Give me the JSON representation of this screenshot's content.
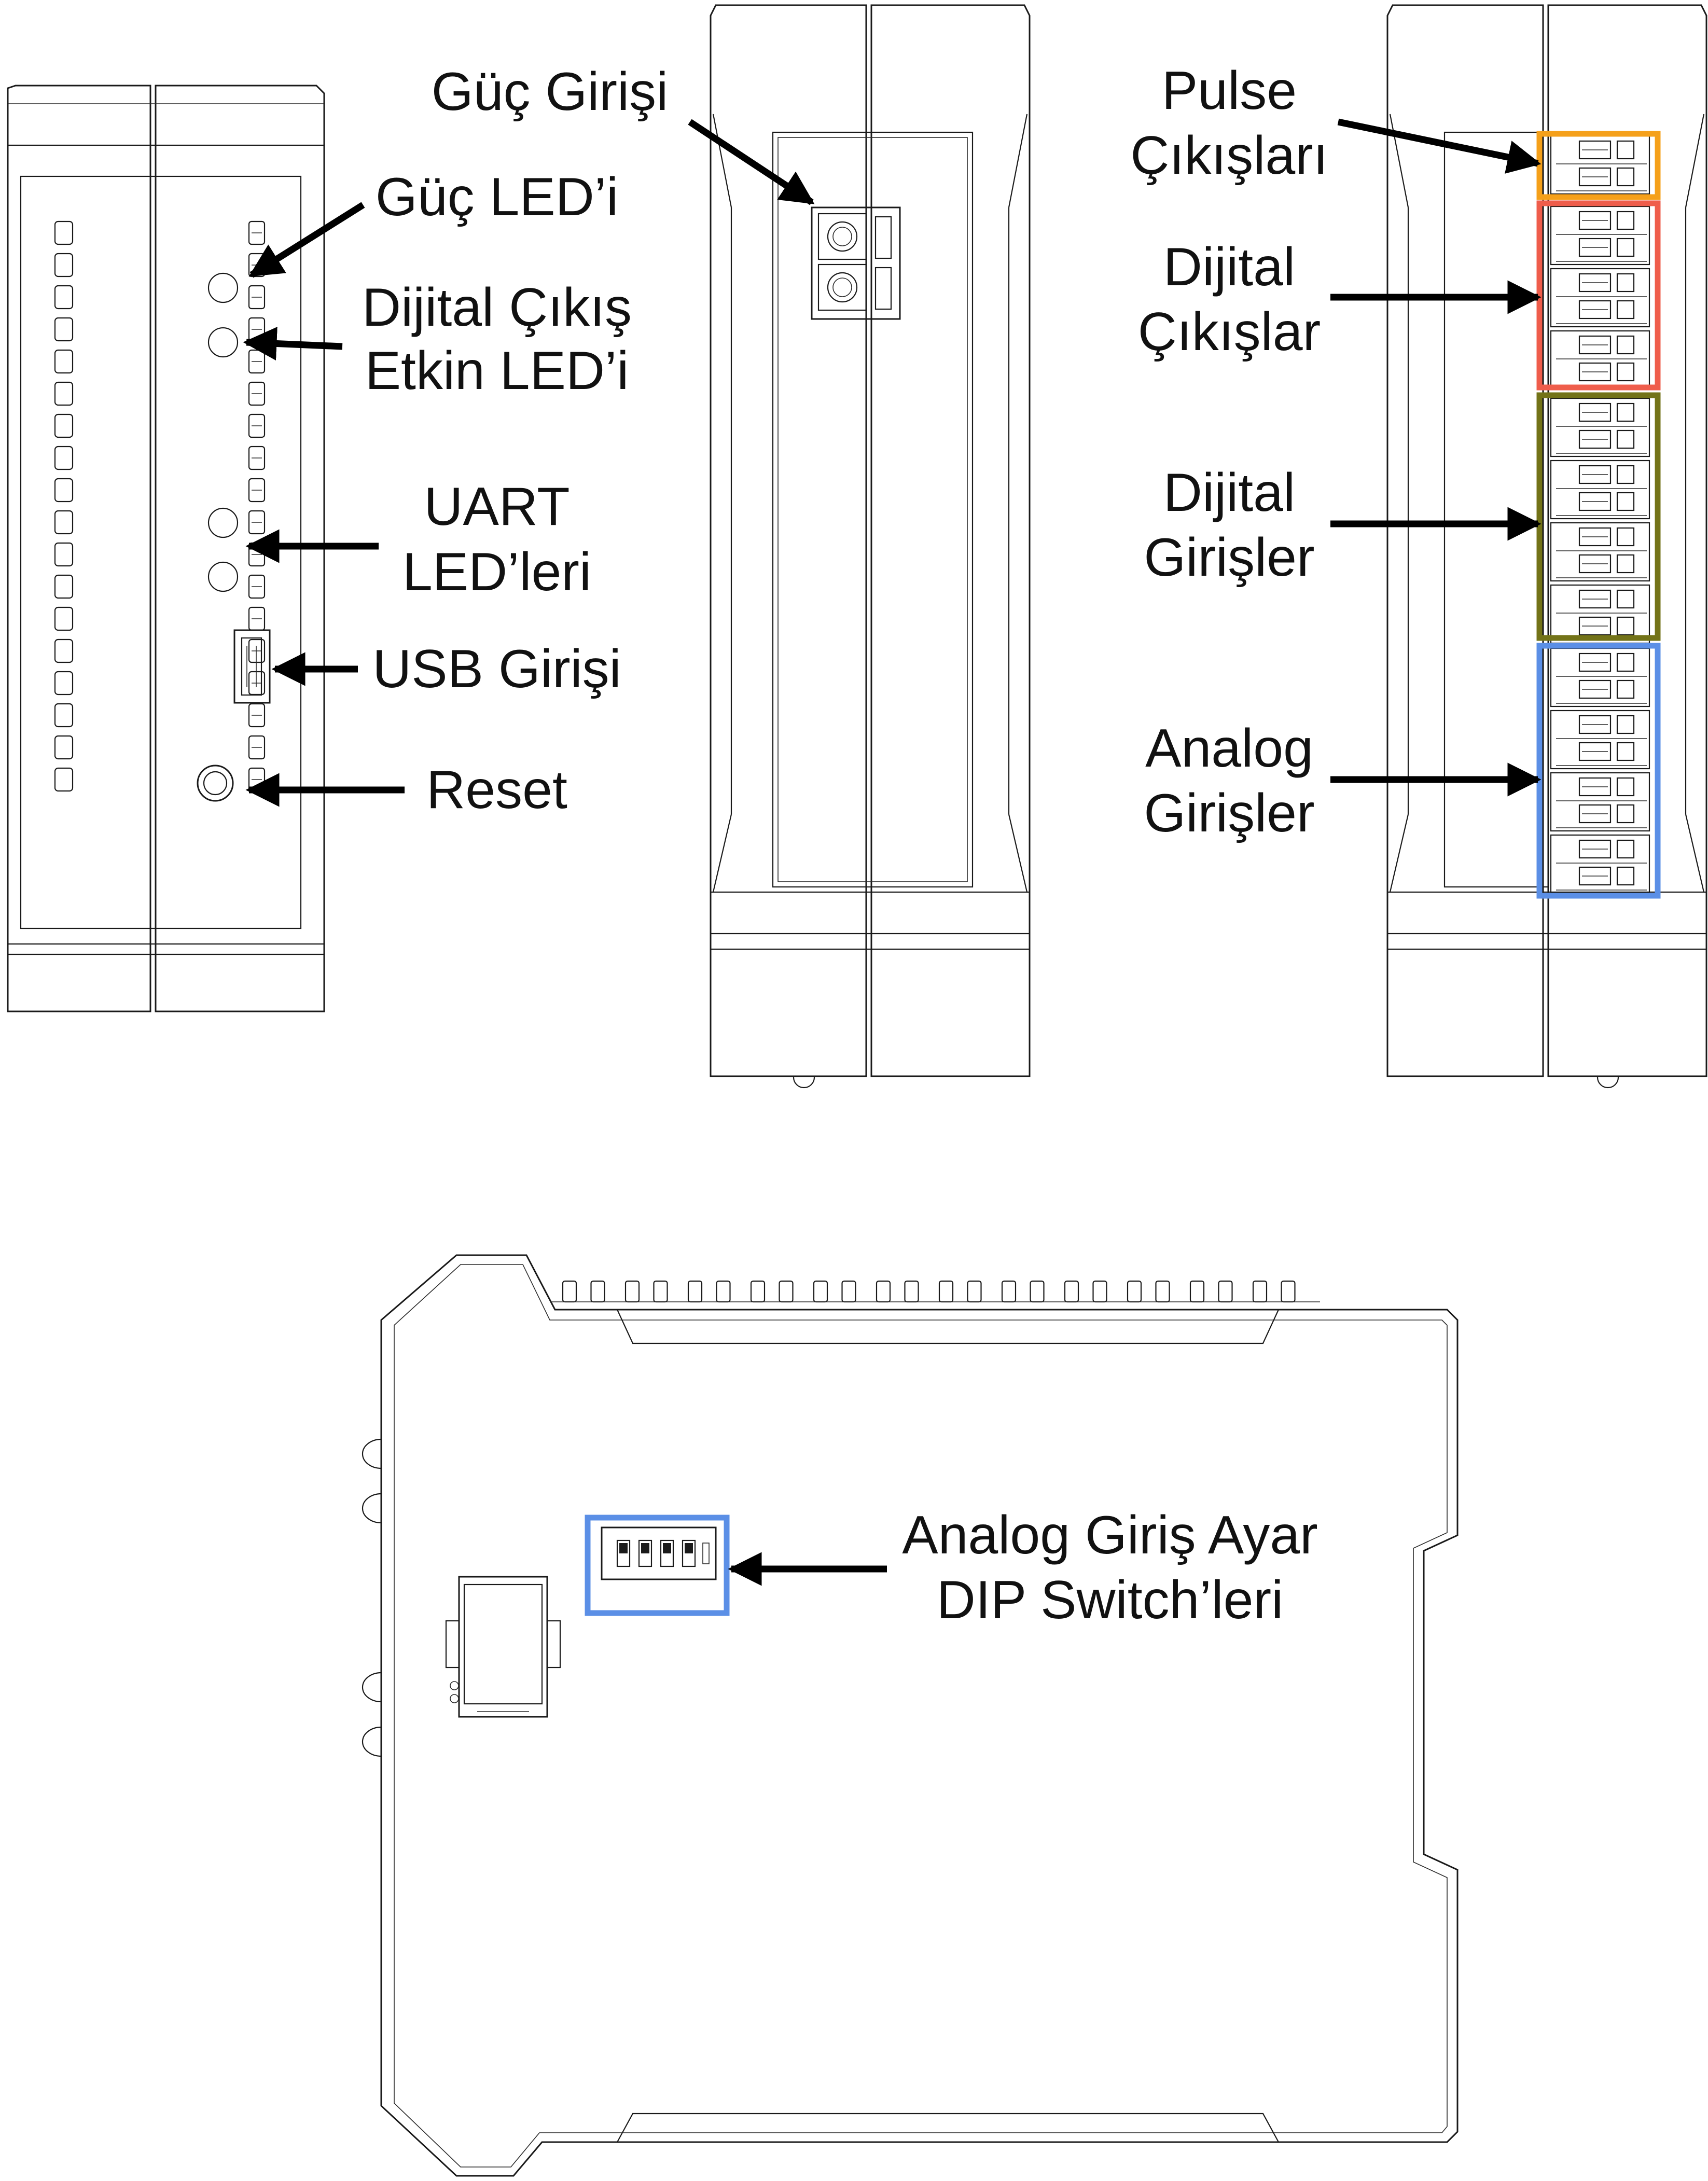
{
  "labels": {
    "power_led": "Güç LED’i",
    "digital_out_led_line1": "Dijital Çıkış",
    "digital_out_led_line2": "Etkin LED’i",
    "uart_led_line1": "UART",
    "uart_led_line2": "LED’leri",
    "usb_input": "USB Girişi",
    "reset": "Reset",
    "power_input": "Güç Girişi",
    "pulse_out_line1": "Pulse",
    "pulse_out_line2": "Çıkışları",
    "digital_out_line1": "Dijital",
    "digital_out_line2": "Çıkışlar",
    "digital_in_line1": "Dijital",
    "digital_in_line2": "Girişler",
    "analog_in_line1": "Analog",
    "analog_in_line2": "Girişler",
    "dip_line1": "Analog Giriş Ayar",
    "dip_line2": "DIP Switch’leri"
  },
  "colors": {
    "pulse_box": "#f5a01a",
    "digital_out_box": "#ef5d4b",
    "digital_in_box": "#737318",
    "analog_in_box": "#5b8fe6",
    "dip_box": "#5b8fe6",
    "line": "#1a1a1a",
    "arrow": "#000000"
  }
}
